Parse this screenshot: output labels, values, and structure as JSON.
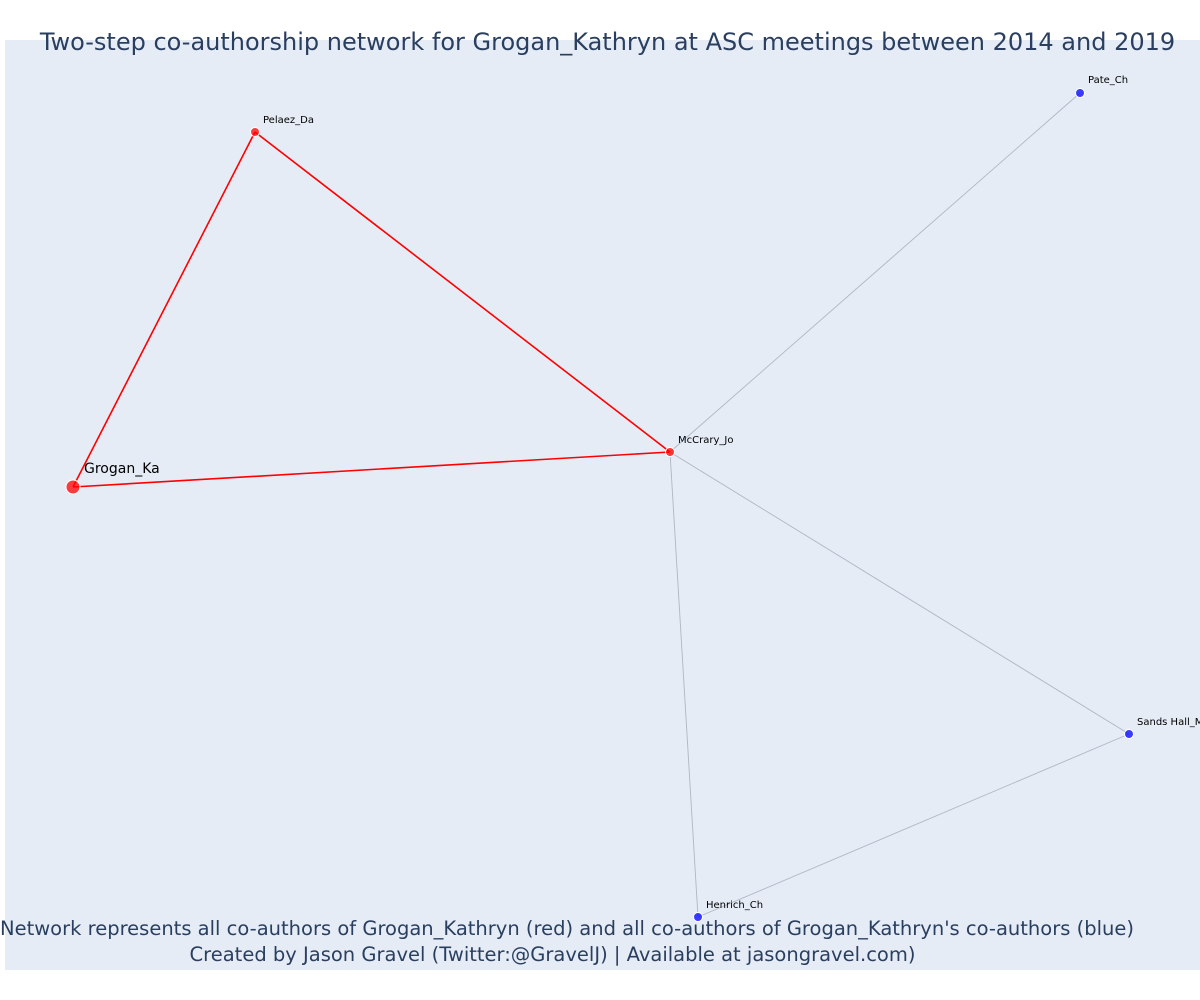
{
  "title": "Two-step co-authorship network for Grogan_Kathryn at ASC meetings between 2014 and 2019",
  "footer": {
    "line1": "Network represents all co-authors of Grogan_Kathryn (red) and all co-authors of Grogan_Kathryn's co-authors (blue)",
    "line2": "Created by Jason Gravel (Twitter:@GravelJ) | Available at jasongravel.com)"
  },
  "colors": {
    "background": "#e5ecf6",
    "first_degree": "#ff0000",
    "second_degree": "#0000ff",
    "first_degree_edge": "#ff0000",
    "second_degree_edge": "#b0b6c3",
    "text": "#2a3f5f"
  },
  "nodes": [
    {
      "id": "grogan",
      "label": "Grogan_Ka",
      "group": "focal"
    },
    {
      "id": "pelaez",
      "label": "Pelaez_Da",
      "group": "first_degree"
    },
    {
      "id": "mccrary",
      "label": "McCrary_Jo",
      "group": "first_degree"
    },
    {
      "id": "pate",
      "label": "Pate_Ch",
      "group": "second_degree"
    },
    {
      "id": "sands",
      "label": "Sands Hall_M",
      "group": "second_degree"
    },
    {
      "id": "henrich",
      "label": "Henrich_Ch",
      "group": "second_degree"
    }
  ],
  "edges": [
    {
      "source": "grogan",
      "target": "pelaez",
      "type": "first_degree"
    },
    {
      "source": "pelaez",
      "target": "mccrary",
      "type": "first_degree"
    },
    {
      "source": "grogan",
      "target": "mccrary",
      "type": "first_degree"
    },
    {
      "source": "mccrary",
      "target": "pate",
      "type": "second_degree"
    },
    {
      "source": "mccrary",
      "target": "sands",
      "type": "second_degree"
    },
    {
      "source": "mccrary",
      "target": "henrich",
      "type": "second_degree"
    },
    {
      "source": "sands",
      "target": "henrich",
      "type": "second_degree"
    }
  ]
}
